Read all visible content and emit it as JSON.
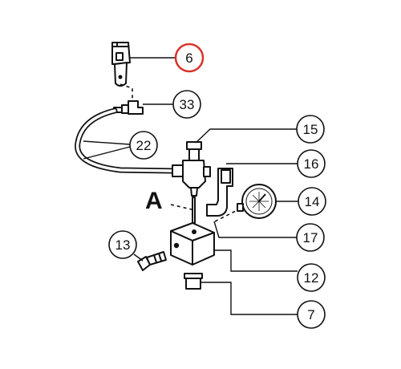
{
  "diagram": {
    "callout_letter": "A",
    "callouts": [
      {
        "id": "6",
        "text": "6",
        "highlight": true
      },
      {
        "id": "33",
        "text": "33",
        "highlight": false
      },
      {
        "id": "22",
        "text": "22",
        "highlight": false
      },
      {
        "id": "15",
        "text": "15",
        "highlight": false
      },
      {
        "id": "16",
        "text": "16",
        "highlight": false
      },
      {
        "id": "14",
        "text": "14",
        "highlight": false
      },
      {
        "id": "17",
        "text": "17",
        "highlight": false
      },
      {
        "id": "13",
        "text": "13",
        "highlight": false
      },
      {
        "id": "12",
        "text": "12",
        "highlight": false
      },
      {
        "id": "7",
        "text": "7",
        "highlight": false
      }
    ],
    "colors": {
      "line": "#111111",
      "highlight": "#d9322b",
      "background": "#ffffff"
    }
  }
}
